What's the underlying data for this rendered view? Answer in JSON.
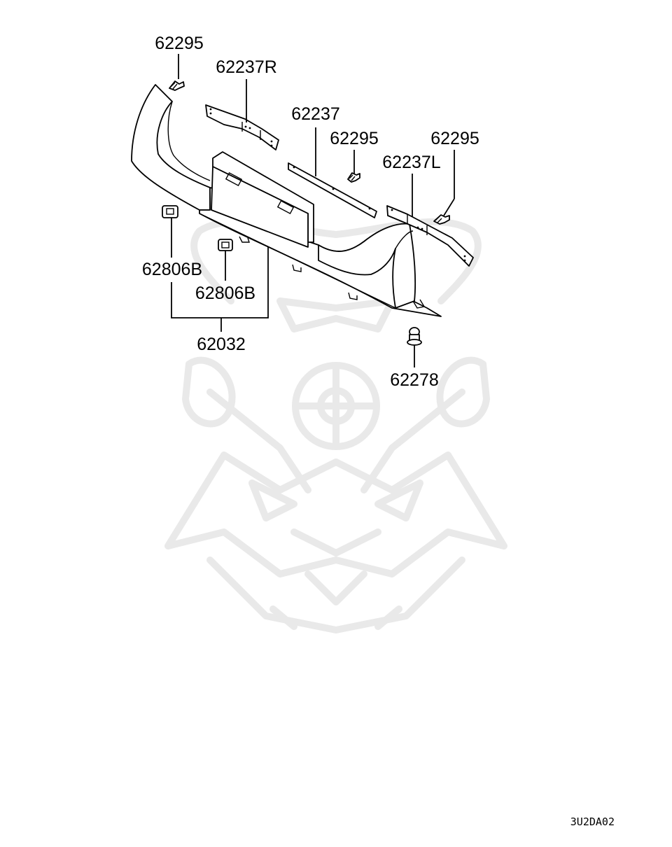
{
  "diagram": {
    "labels": {
      "bolt_top_left": "62295",
      "bracket_right": "62237R",
      "bracket_center": "62237",
      "bolt_center": "62295",
      "bolt_right": "62295",
      "bracket_left": "62237L",
      "clip_outer": "62806B",
      "clip_inner": "62806B",
      "trim_assembly": "62032",
      "fastener_bottom": "62278"
    },
    "code": "3U2DA02"
  }
}
